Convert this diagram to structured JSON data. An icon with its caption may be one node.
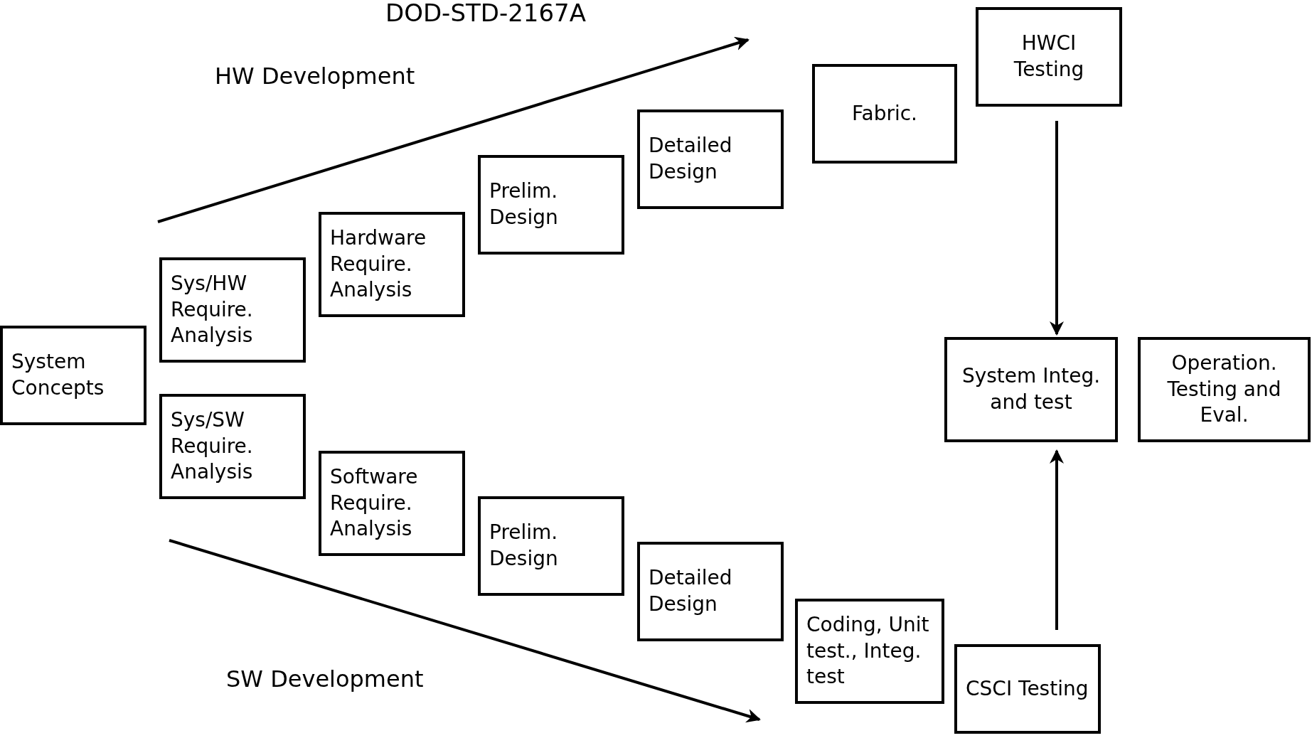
{
  "diagram": {
    "title": "DOD-STD-2167A",
    "nodes": [
      {
        "text": [
          "System Concepts"
        ]
      },
      {
        "text": [
          "Sys/HW Require. Analysis"
        ]
      },
      {
        "text": [
          "Sys/SW Require. Analysis"
        ]
      },
      {
        "text": [
          "Hardware Require. Analysis"
        ]
      },
      {
        "text": [
          "Prelim. Design"
        ]
      },
      {
        "text": [
          "Detailed Design"
        ]
      },
      {
        "text": [
          "Fabric."
        ]
      },
      {
        "text": [
          "HWCI Testing"
        ]
      },
      {
        "text": [
          "Software Require. Analysis"
        ]
      },
      {
        "text": [
          "Prelim. Design"
        ]
      },
      {
        "text": [
          "Detailed Design"
        ]
      },
      {
        "text": [
          "Coding, Unit test., Integ. test"
        ]
      },
      {
        "text": [
          "CSCI Testing"
        ]
      },
      {
        "text": [
          "System Integ. and test"
        ]
      },
      {
        "text": [
          "Operation. Testing and Eval."
        ]
      }
    ],
    "edges": [
      {
        "from": 7,
        "to": 13,
        "arrow": "to"
      },
      {
        "from": 12,
        "to": 13,
        "arrow": "to"
      }
    ],
    "labels": [
      "HW Development",
      "SW Development"
    ]
  }
}
